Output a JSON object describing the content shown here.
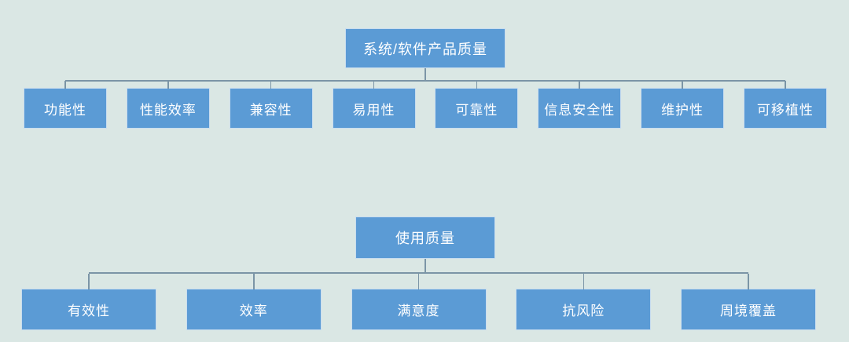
{
  "styles": {
    "page_bg": "#dae7e4",
    "node_fill": "#5b9bd5",
    "node_border": "#c9ddef",
    "node_text": "#ffffff",
    "connector": "#7b95a6"
  },
  "diagram": {
    "type": "tree",
    "trees": [
      {
        "root": "系统/软件产品质量",
        "children": [
          "功能性",
          "性能效率",
          "兼容性",
          "易用性",
          "可靠性",
          "信息安全性",
          "维护性",
          "可移植性"
        ]
      },
      {
        "root": "使用质量",
        "children": [
          "有效性",
          "效率",
          "满意度",
          "抗风险",
          "周境覆盖"
        ]
      }
    ]
  }
}
